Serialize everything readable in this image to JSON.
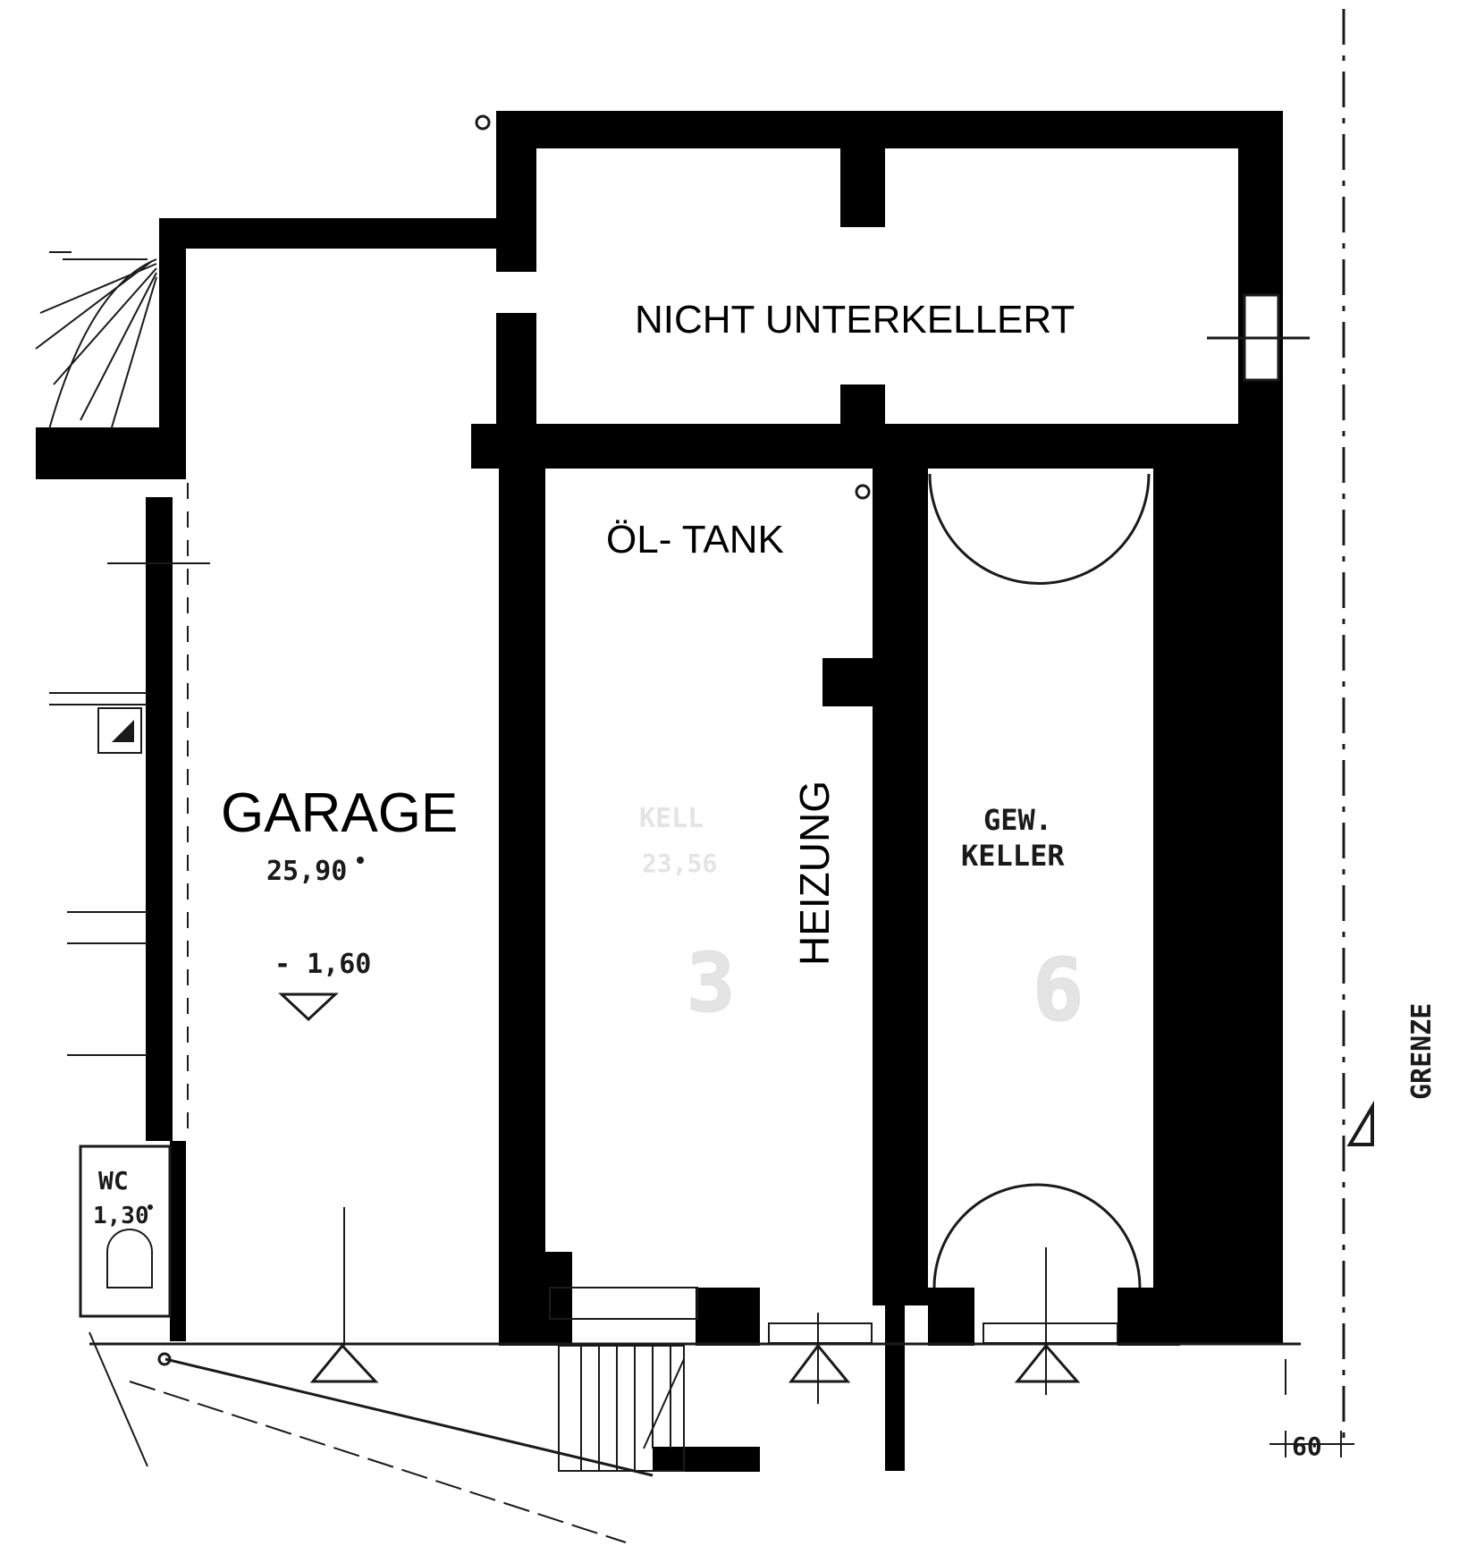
{
  "rooms": {
    "nicht_unterkellert": "NICHT UNTERKELLERT",
    "oel_tank": "ÖL- TANK",
    "garage": "GARAGE",
    "garage_area": "25,90",
    "garage_level": "- 1,60",
    "heizung": "HEIZUNG",
    "gew_keller_line1": "GEW.",
    "gew_keller_line2": "KELLER",
    "wc": "WC",
    "wc_area": "1,30"
  },
  "faded": {
    "kell_label": "KELL",
    "kell_area": "23,56",
    "room_number_3": "3",
    "room_number_6": "6"
  },
  "boundary": {
    "grenze": "GRENZE",
    "dimension": "60"
  },
  "colors": {
    "wall": "#000000",
    "line": "#1a1a1a",
    "background": "#ffffff"
  }
}
